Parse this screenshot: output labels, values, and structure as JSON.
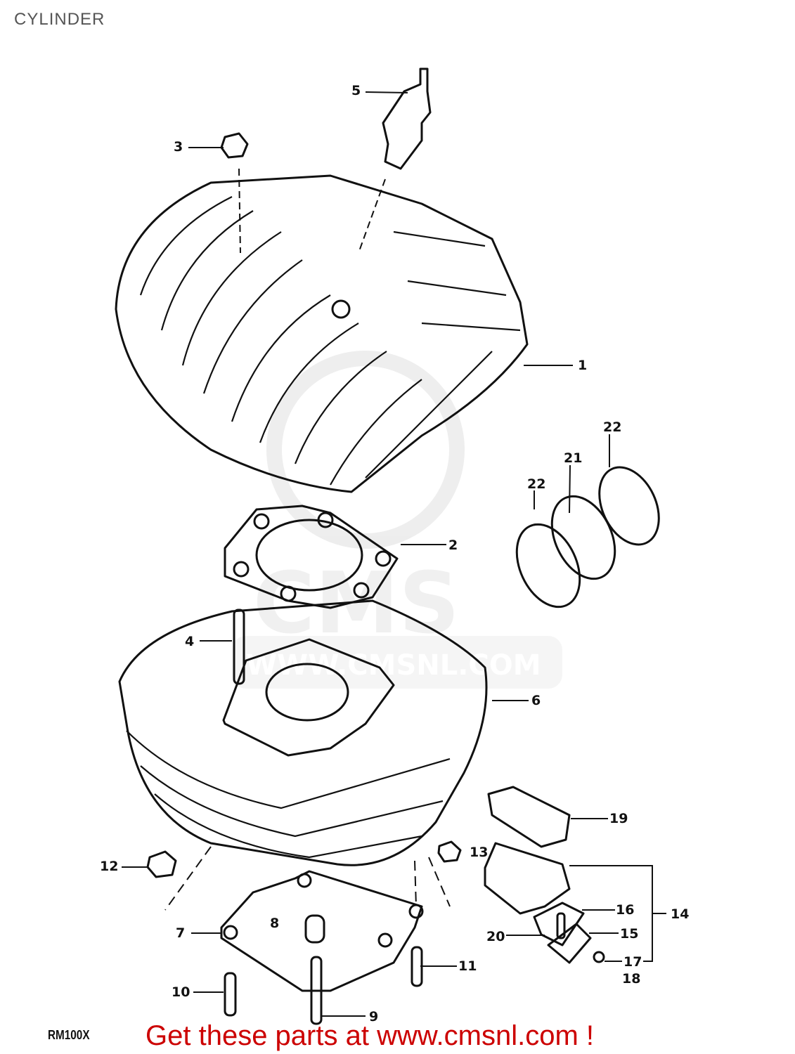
{
  "title": "CYLINDER",
  "model_code": "RM100X",
  "call_to_action": "Get these parts at www.cmsnl.com !",
  "watermark": {
    "logo_text": "CMS",
    "url_text": "WWW.CMSNL.COM"
  },
  "colors": {
    "cta": "#cc0000",
    "title": "#555555",
    "line_art": "#111111",
    "watermark": "#e6e6e6"
  },
  "callouts": [
    {
      "number": "1",
      "part": "cylinder-head"
    },
    {
      "number": "2",
      "part": "head-gasket"
    },
    {
      "number": "3",
      "part": "head-nut"
    },
    {
      "number": "4",
      "part": "stud"
    },
    {
      "number": "5",
      "part": "spark-plug"
    },
    {
      "number": "6",
      "part": "cylinder"
    },
    {
      "number": "7",
      "part": "base-gasket"
    },
    {
      "number": "8",
      "part": "dowel-pin"
    },
    {
      "number": "9",
      "part": "stud"
    },
    {
      "number": "10",
      "part": "stud"
    },
    {
      "number": "11",
      "part": "stud"
    },
    {
      "number": "12",
      "part": "nut"
    },
    {
      "number": "13",
      "part": "nut"
    },
    {
      "number": "14",
      "part": "reed-valve-assembly"
    },
    {
      "number": "15",
      "part": "reed-stopper"
    },
    {
      "number": "16",
      "part": "reed"
    },
    {
      "number": "17",
      "part": "screw"
    },
    {
      "number": "18",
      "part": "washer"
    },
    {
      "number": "19",
      "part": "reed-gasket"
    },
    {
      "number": "20",
      "part": "screw"
    },
    {
      "number": "21",
      "part": "intake-pipe"
    },
    {
      "number": "22",
      "part": "clamp"
    },
    {
      "number": "22",
      "part": "clamp"
    }
  ]
}
